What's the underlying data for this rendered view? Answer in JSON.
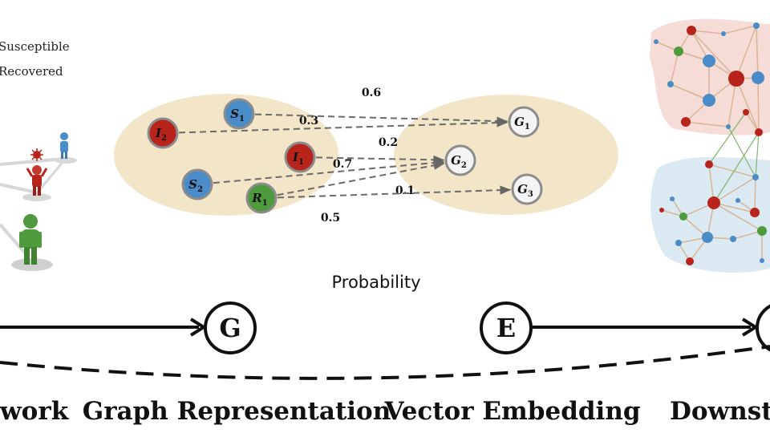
{
  "legend": {
    "susceptible": "Susceptible",
    "recovered": "Recovered"
  },
  "colors": {
    "susceptible": "#4a8cc8",
    "infected": "#b8241c",
    "recovered": "#4f9a3c",
    "cluster_fill": "#f3e6c8",
    "graph_node_fill": "#eeeeee"
  },
  "bipartite": {
    "left_nodes": [
      {
        "id": "S1",
        "letter": "S",
        "sub": "1",
        "state": "susceptible"
      },
      {
        "id": "I2",
        "letter": "I",
        "sub": "2",
        "state": "infected"
      },
      {
        "id": "I1",
        "letter": "I",
        "sub": "1",
        "state": "infected"
      },
      {
        "id": "S2",
        "letter": "S",
        "sub": "2",
        "state": "susceptible"
      },
      {
        "id": "R1",
        "letter": "R",
        "sub": "1",
        "state": "recovered"
      }
    ],
    "right_nodes": [
      {
        "id": "G1",
        "letter": "G",
        "sub": "1"
      },
      {
        "id": "G2",
        "letter": "G",
        "sub": "2"
      },
      {
        "id": "G3",
        "letter": "G",
        "sub": "3"
      }
    ],
    "edges": [
      {
        "from": "S1",
        "to": "G1",
        "prob": "0.6"
      },
      {
        "from": "I2",
        "to": "G1",
        "prob": "0.3"
      },
      {
        "from": "I1",
        "to": "G2",
        "prob": "0.2"
      },
      {
        "from": "S2",
        "to": "G2",
        "prob": "0.7"
      },
      {
        "from": "R1",
        "to": "G2",
        "prob": "0.1"
      },
      {
        "from": "R1",
        "to": "G3",
        "prob": "0.5"
      }
    ],
    "caption": "Probability"
  },
  "pipeline": {
    "node_g": "G",
    "node_e": "E",
    "labels": {
      "network": "work",
      "graph": "Graph Representation",
      "vector": "Vector Embedding",
      "downstream": "Downstr"
    }
  }
}
